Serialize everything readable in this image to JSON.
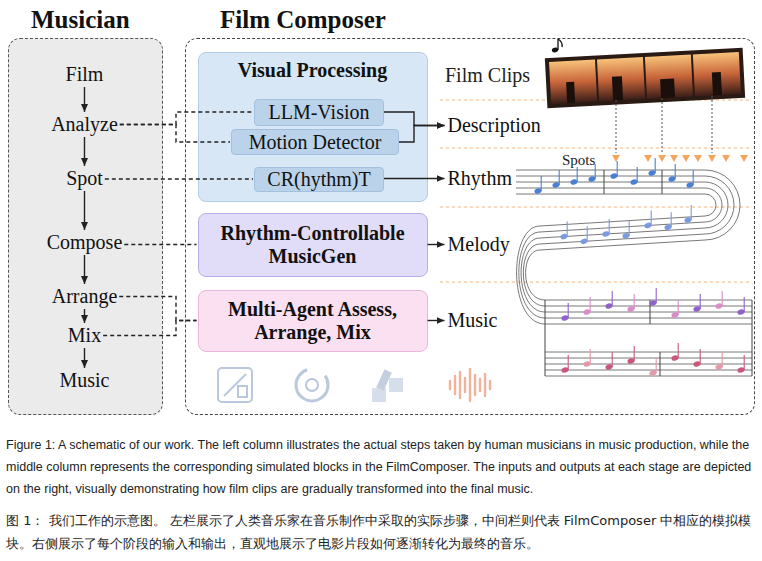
{
  "diagram": {
    "caption": "Figure 1: A schematic of our work. The left column illustrates the actual steps taken by human musicians in music production, while the middle column represents the corresponding simulated blocks in the FilmComposer. The inputs and outputs at each stage are depicted on the right, visually demonstrating how film clips are gradually transformed into the final music.",
    "nodes": [
      {
        "text": [
          "Musician"
        ]
      },
      {
        "text": [
          "Film"
        ],
        "in": 0
      },
      {
        "text": [
          "Analyze"
        ],
        "in": 0
      },
      {
        "text": [
          "Spot"
        ],
        "in": 0
      },
      {
        "text": [
          "Compose"
        ],
        "in": 0
      },
      {
        "text": [
          "Arrange"
        ],
        "in": 0
      },
      {
        "text": [
          "Mix"
        ],
        "in": 0
      },
      {
        "text": [
          "Music"
        ],
        "in": 0
      },
      {
        "text": [
          "Film Composer"
        ]
      },
      {
        "text": [
          "Visual Processing"
        ],
        "in": 8
      },
      {
        "text": [
          "LLM-Vision"
        ],
        "in": 9
      },
      {
        "text": [
          "Motion Detector"
        ],
        "in": 9
      },
      {
        "text": [
          "CR(hythm)T"
        ],
        "in": 9
      },
      {
        "text": [
          "Rhythm-Controllable MusicGen"
        ],
        "in": 8
      },
      {
        "text": [
          "Multi-Agent Assess, Arrange, Mix"
        ],
        "in": 8
      },
      {
        "text": [
          "Description"
        ],
        "in": 8
      },
      {
        "text": [
          "Rhythm"
        ],
        "in": 8
      },
      {
        "text": [
          "Melody"
        ],
        "in": 8
      },
      {
        "text": [
          "Music"
        ],
        "in": 8
      }
    ],
    "edges": [
      {
        "from": 1,
        "to": 2,
        "arrow": "to"
      },
      {
        "from": 2,
        "to": 3,
        "arrow": "to"
      },
      {
        "from": 3,
        "to": 4,
        "arrow": "to"
      },
      {
        "from": 4,
        "to": 5,
        "arrow": "to"
      },
      {
        "from": 5,
        "to": 6,
        "arrow": "to"
      },
      {
        "from": 6,
        "to": 7,
        "arrow": "to"
      },
      {
        "from": 2,
        "to": 10,
        "arrow": "none"
      },
      {
        "from": 2,
        "to": 11,
        "arrow": "none"
      },
      {
        "from": 3,
        "to": 12,
        "arrow": "none"
      },
      {
        "from": 4,
        "to": 13,
        "arrow": "none"
      },
      {
        "from": 5,
        "to": 14,
        "arrow": "none"
      },
      {
        "from": 6,
        "to": 14,
        "arrow": "none"
      },
      {
        "from": 10,
        "to": 15,
        "arrow": "to"
      },
      {
        "from": 11,
        "to": 15,
        "arrow": "to"
      },
      {
        "from": 12,
        "to": 16,
        "arrow": "to"
      },
      {
        "from": 13,
        "to": 17,
        "arrow": "to"
      },
      {
        "from": 14,
        "to": 18,
        "arrow": "to"
      }
    ],
    "labels": [
      "Film Clips",
      "Spots",
      "图 1： 我们工作的示意图。 左栏展示了人类音乐家在音乐制作中采取的实际步骤，中间栏则代表 FilmComposer 中相应的模拟模块。右侧展示了每个阶段的输入和输出，直观地展示了电影片段如何逐渐转化为最终的音乐。"
    ]
  }
}
